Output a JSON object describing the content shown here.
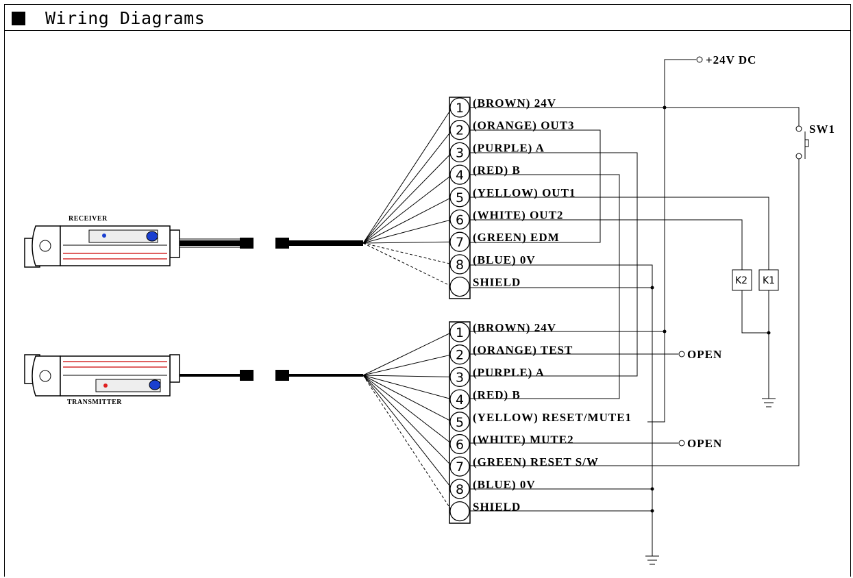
{
  "header": {
    "title": "Wiring Diagrams"
  },
  "receiver": {
    "label": "RECEIVER",
    "wires": [
      {
        "num": "1",
        "label": "(BROWN) 24V"
      },
      {
        "num": "2",
        "label": "(ORANGE) OUT3"
      },
      {
        "num": "3",
        "label": "(PURPLE) A"
      },
      {
        "num": "4",
        "label": "(RED) B"
      },
      {
        "num": "5",
        "label": "(YELLOW) OUT1"
      },
      {
        "num": "6",
        "label": "(WHITE) OUT2"
      },
      {
        "num": "7",
        "label": "(GREEN) EDM"
      },
      {
        "num": "8",
        "label": "(BLUE) 0V"
      },
      {
        "num": "",
        "label": "SHIELD"
      }
    ]
  },
  "transmitter": {
    "label": "TRANSMITTER",
    "wires": [
      {
        "num": "1",
        "label": "(BROWN) 24V"
      },
      {
        "num": "2",
        "label": "(ORANGE) TEST"
      },
      {
        "num": "3",
        "label": "(PURPLE) A"
      },
      {
        "num": "4",
        "label": "(RED) B"
      },
      {
        "num": "5",
        "label": "(YELLOW) RESET/MUTE1"
      },
      {
        "num": "6",
        "label": "(WHITE) MUTE2"
      },
      {
        "num": "7",
        "label": "(GREEN) RESET S/W"
      },
      {
        "num": "8",
        "label": "(BLUE) 0V"
      },
      {
        "num": "",
        "label": "SHIELD"
      }
    ]
  },
  "annotations": {
    "supply": "+24V DC",
    "switch": "SW1",
    "relay_k1": "K1",
    "relay_k2": "K2",
    "open_test": "OPEN",
    "open_mute2": "OPEN"
  }
}
